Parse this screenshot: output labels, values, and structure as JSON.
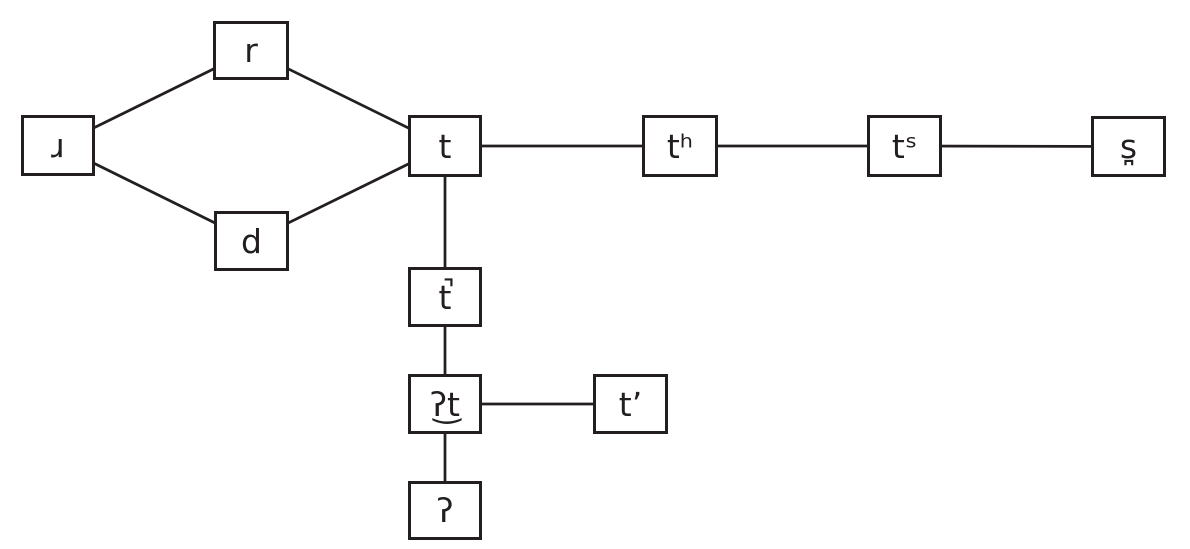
{
  "diagram": {
    "description": "Network of phonetic segments connected to t",
    "nodes": [
      {
        "id": "turned-r",
        "label": "ɹ"
      },
      {
        "id": "r",
        "label": "r"
      },
      {
        "id": "d",
        "label": "d"
      },
      {
        "id": "t",
        "label": "t"
      },
      {
        "id": "t-aspirated",
        "label": "tʰ"
      },
      {
        "id": "t-affricated",
        "label": "tˢ"
      },
      {
        "id": "s-dental",
        "label": "s̪"
      },
      {
        "id": "t-unreleased",
        "label": "t̚"
      },
      {
        "id": "preglottalized-t",
        "label": "ʔ͜t"
      },
      {
        "id": "t-ejective",
        "label": "tʼ"
      },
      {
        "id": "glottal-stop",
        "label": "ʔ"
      }
    ],
    "edges": [
      {
        "from": "turned-r",
        "to": "r"
      },
      {
        "from": "turned-r",
        "to": "d"
      },
      {
        "from": "r",
        "to": "t"
      },
      {
        "from": "d",
        "to": "t"
      },
      {
        "from": "t",
        "to": "t-aspirated"
      },
      {
        "from": "t-aspirated",
        "to": "t-affricated"
      },
      {
        "from": "t-affricated",
        "to": "s-dental"
      },
      {
        "from": "t",
        "to": "t-unreleased"
      },
      {
        "from": "t-unreleased",
        "to": "preglottalized-t"
      },
      {
        "from": "preglottalized-t",
        "to": "t-ejective"
      },
      {
        "from": "preglottalized-t",
        "to": "glottal-stop"
      }
    ],
    "colors": {
      "line": "#231f20",
      "box_border": "#231f20",
      "box_fill": "#ffffff",
      "background": "#ffffff"
    }
  }
}
